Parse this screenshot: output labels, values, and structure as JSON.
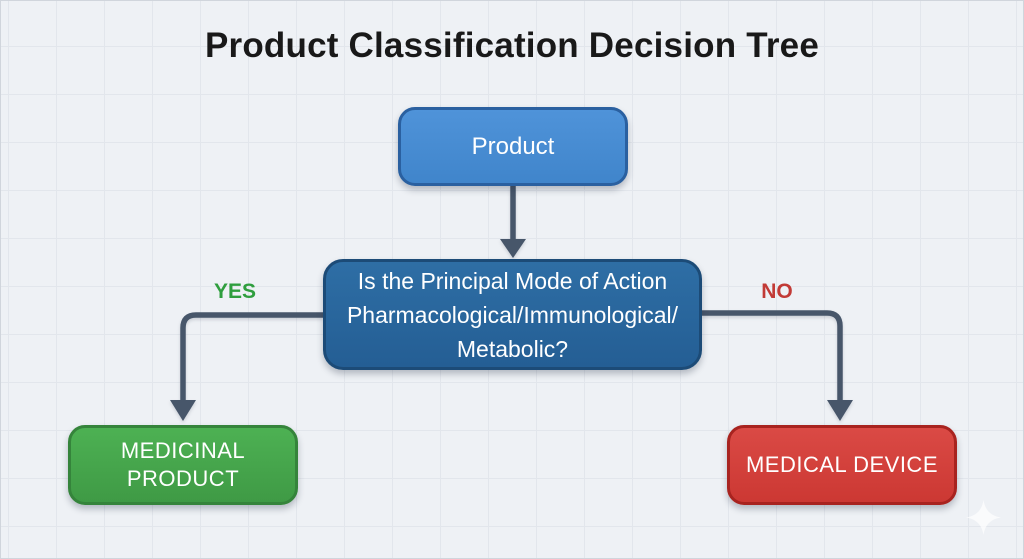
{
  "title": "Product Classification Decision Tree",
  "nodes": {
    "product": {
      "label": "Product",
      "fill": "#4489cf",
      "border": "#2a60a0",
      "text_color": "#ffffff"
    },
    "question": {
      "lines": [
        "Is the Principal Mode of Action",
        "Pharmacological/Immunological/",
        "Metabolic?"
      ],
      "fill": "#2a689e",
      "border": "#1c4b77",
      "text_color": "#ffffff"
    },
    "medicinal_product": {
      "lines": [
        "MEDICINAL",
        "PRODUCT"
      ],
      "fill": "#47a84d",
      "border": "#35843b",
      "text_color": "#ffffff"
    },
    "medical_device": {
      "label": "MEDICAL DEVICE",
      "fill": "#d7423d",
      "border": "#a8231f",
      "text_color": "#ffffff"
    }
  },
  "branches": {
    "yes": {
      "label": "YES",
      "color": "#2f9e3e"
    },
    "no": {
      "label": "NO",
      "color": "#c23a36"
    }
  },
  "connectors": {
    "color": "#47566a",
    "edges": [
      {
        "from": "product",
        "to": "question"
      },
      {
        "from": "question",
        "to": "medicinal_product",
        "label": "YES"
      },
      {
        "from": "question",
        "to": "medical_device",
        "label": "NO"
      }
    ]
  },
  "background": {
    "color": "#eef1f5",
    "grid_line_color": "#e2e6ec"
  },
  "watermark": {
    "icon": "sparkle-icon",
    "color": "#ffffff"
  }
}
